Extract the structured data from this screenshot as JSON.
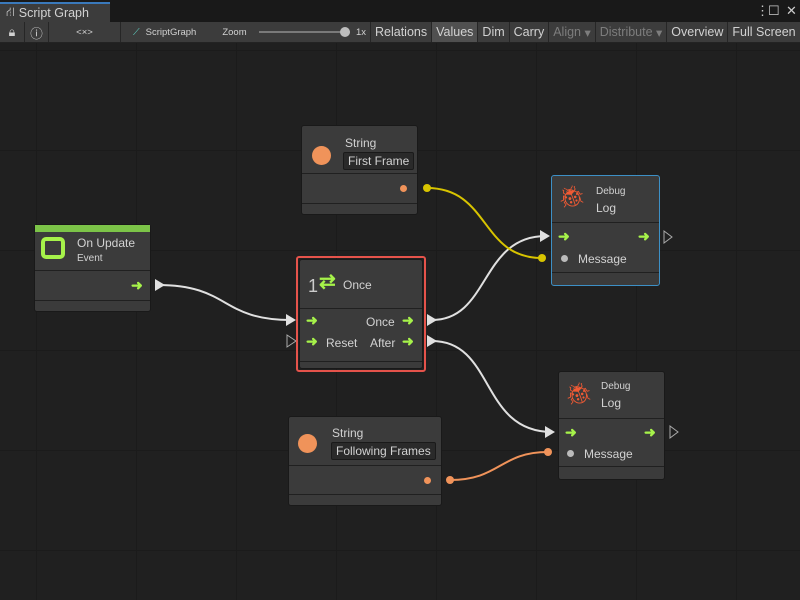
{
  "window": {
    "tab_title": "Script Graph",
    "icons": [
      "hierarchy-icon",
      "more-icon",
      "maximize-icon",
      "close-icon"
    ]
  },
  "toolbar": {
    "lock": "lock-icon",
    "info": "info-icon",
    "embed": "<×>",
    "graph_name": "ScriptGraph",
    "zoom_label": "Zoom",
    "zoom_value": "1x",
    "zoom_level": 1.0,
    "buttons": [
      "Relations",
      "Values",
      "Dim",
      "Carry",
      "Align",
      "Distribute",
      "Overview",
      "Full Screen"
    ]
  },
  "colors": {
    "flow": "#a6f24a",
    "string": "#f0935a",
    "selection": "#e5534b",
    "debug_border": "#3d90c6",
    "event_bar": "#7cc448",
    "yellow_edge": "#d8c400"
  },
  "nodes": {
    "on_update": {
      "title": "On Update",
      "subtitle": "Event"
    },
    "string1": {
      "title": "String",
      "value": "First Frame"
    },
    "once": {
      "count": "1",
      "title": "Once",
      "in_reset": "Reset",
      "out_once": "Once",
      "out_after": "After"
    },
    "debug1": {
      "category": "Debug",
      "title": "Log",
      "input": "Message"
    },
    "debug2": {
      "category": "Debug",
      "title": "Log",
      "input": "Message"
    },
    "string2": {
      "title": "String",
      "value": "Following Frames"
    }
  }
}
